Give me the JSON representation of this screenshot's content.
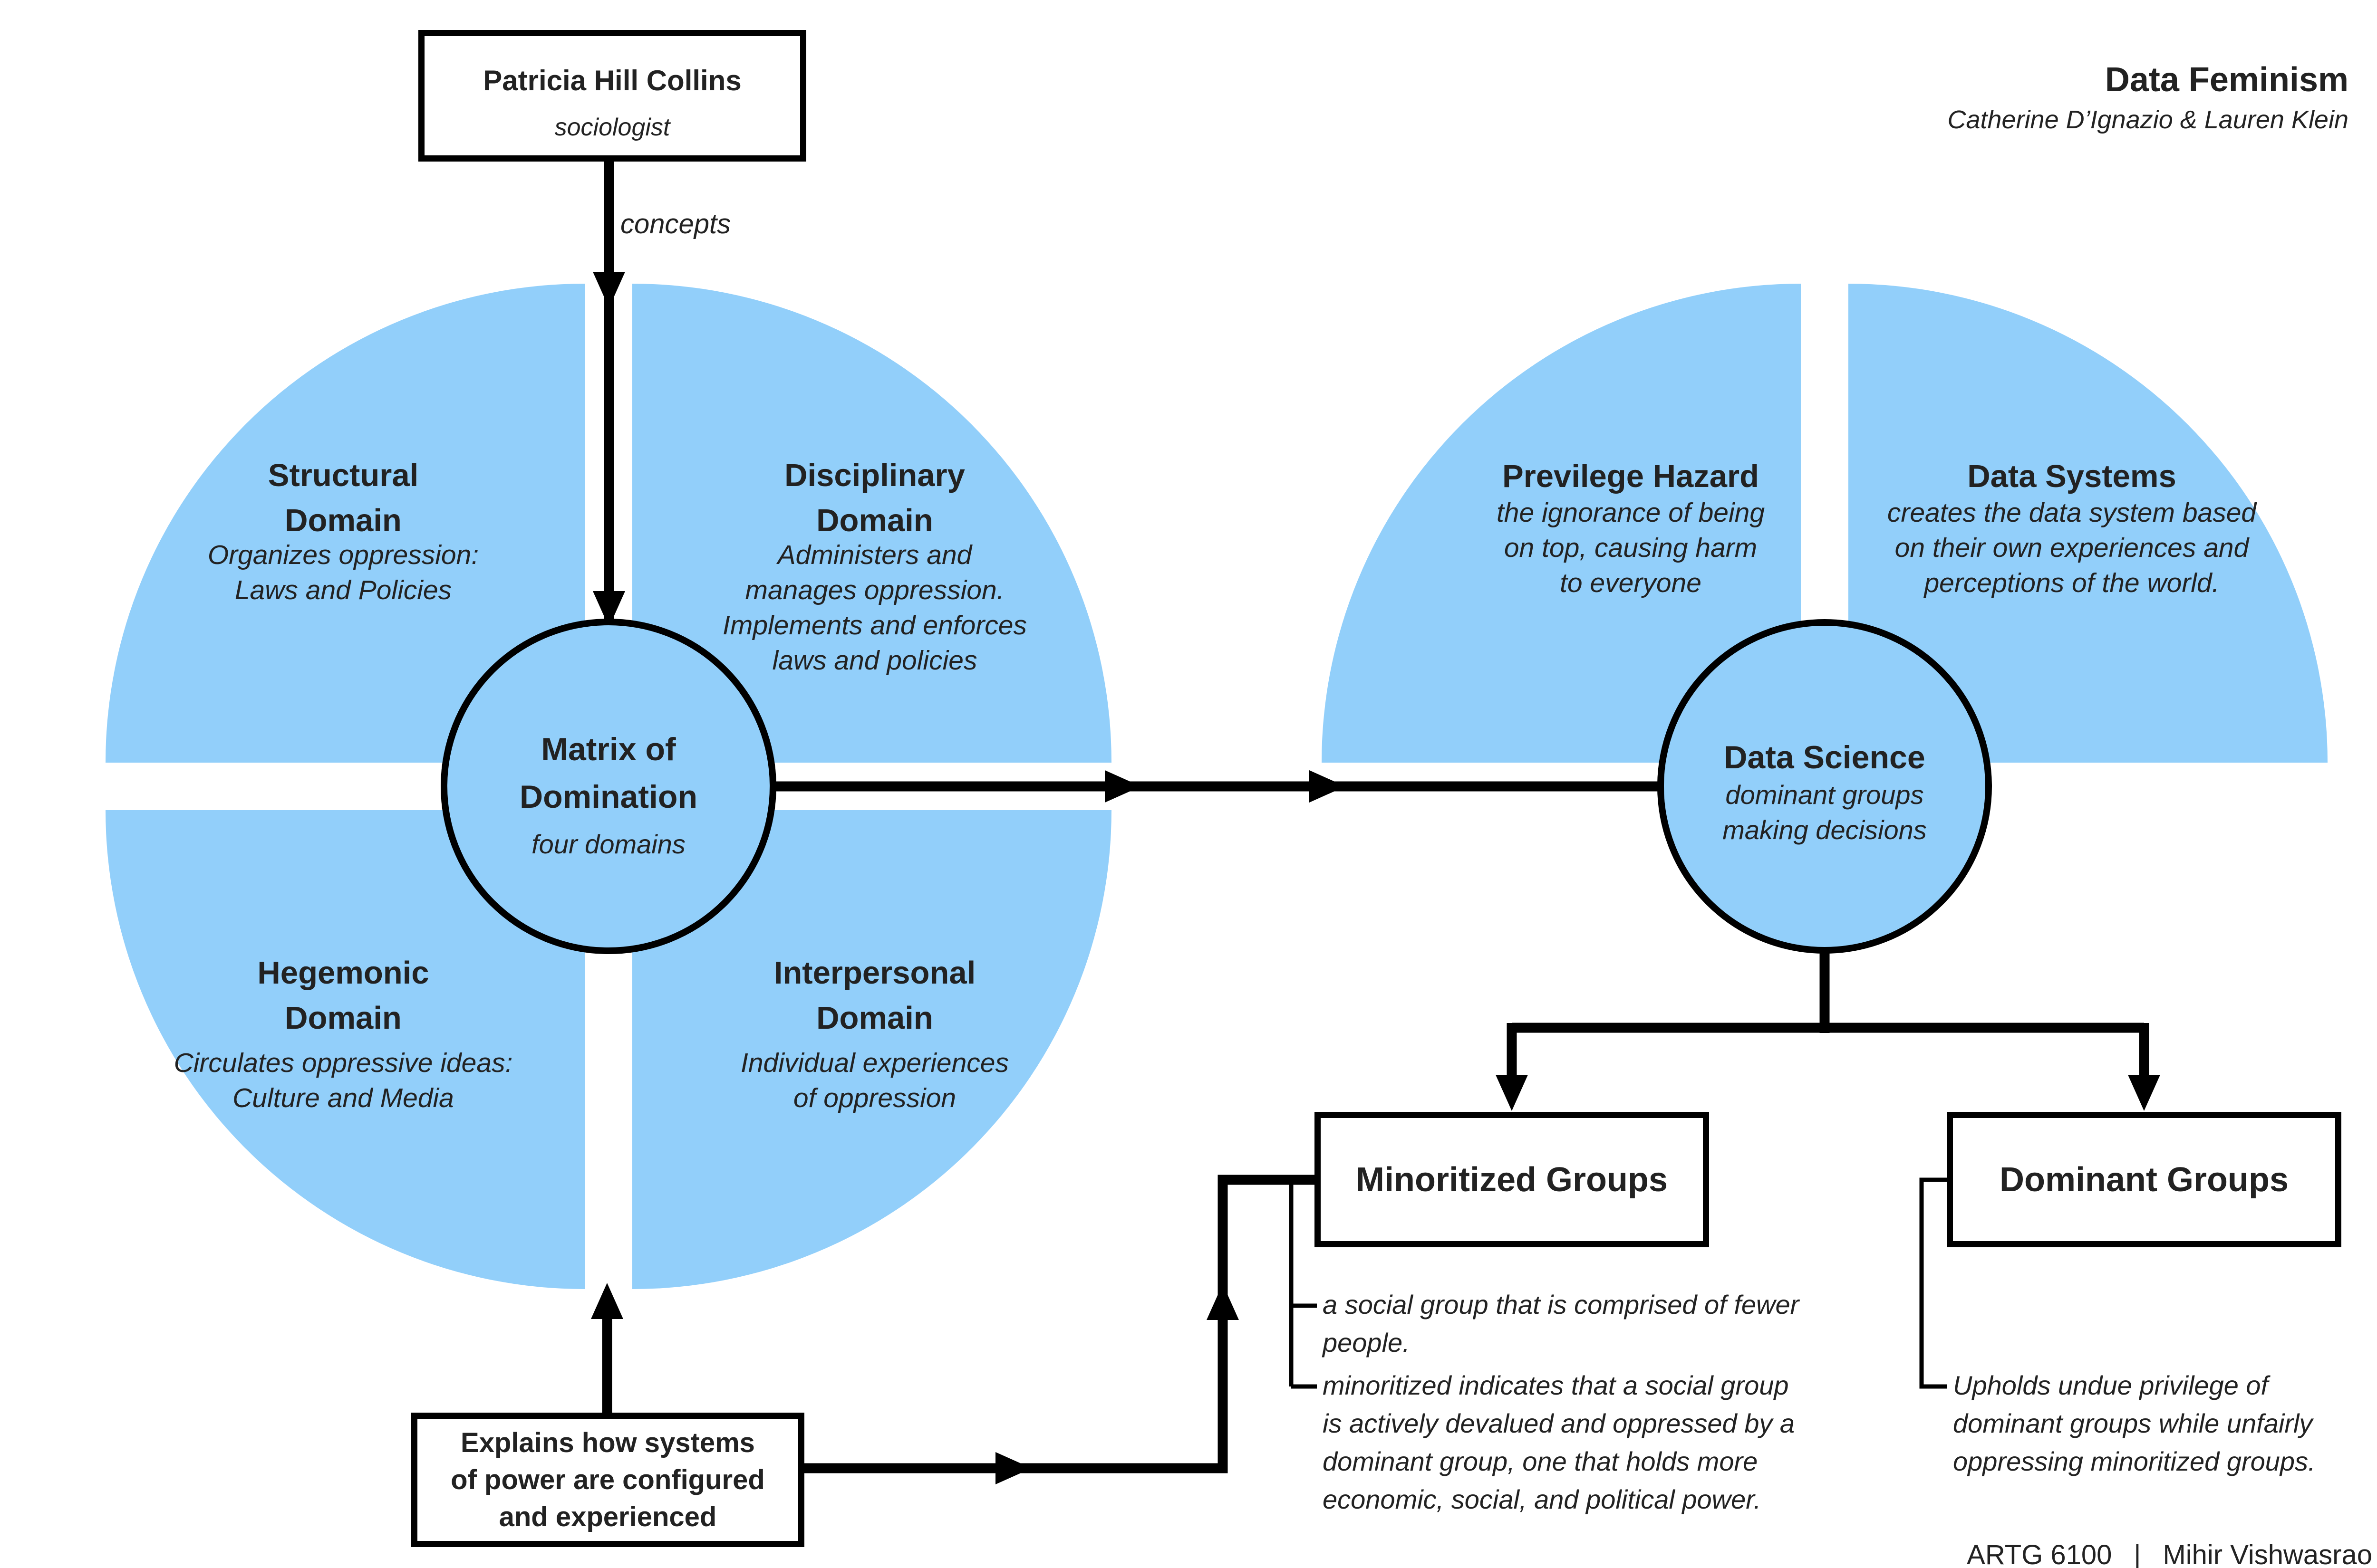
{
  "title_block": {
    "book_title": "Data Feminism",
    "authors": "Catherine D’Ignazio & Lauren Klein"
  },
  "author_box": {
    "name": "Patricia Hill Collins",
    "role": "sociologist"
  },
  "arrow_label": "concepts",
  "matrix_pie": {
    "center": {
      "title": "Matrix of\nDomination",
      "subtitle": "four domains"
    },
    "quadrants": [
      {
        "id": "structural",
        "title": "Structural\nDomain",
        "description": "Organizes oppression:\nLaws and Policies"
      },
      {
        "id": "disciplinary",
        "title": "Disciplinary\nDomain",
        "description": "Administers and\nmanages oppression.\nImplements and enforces\nlaws and policies"
      },
      {
        "id": "hegemonic",
        "title": "Hegemonic\nDomain",
        "description": "Circulates oppressive ideas:\nCulture and Media"
      },
      {
        "id": "interpersonal",
        "title": "Interpersonal\nDomain",
        "description": "Individual experiences\nof oppression"
      }
    ]
  },
  "data_pie": {
    "center": {
      "title": "Data Science",
      "subtitle": "dominant groups\nmaking decisions"
    },
    "quadrants": [
      {
        "id": "privilege-hazard",
        "title": "Previlege Hazard",
        "description": "the ignorance of being\non top, causing harm\nto everyone"
      },
      {
        "id": "data-systems",
        "title": "Data Systems",
        "description": "creates the data system based\non their own experiences and\nperceptions of the world."
      }
    ]
  },
  "explains_box": {
    "text": "Explains how systems\nof power are configured\nand experienced"
  },
  "groups": {
    "minoritized": {
      "label": "Minoritized Groups",
      "notes": [
        "a social group that is comprised of fewer\npeople.",
        "minoritized indicates that a social group\nis actively devalued and oppressed by a\ndominant group, one that holds more\neconomic, social, and political power."
      ]
    },
    "dominant": {
      "label": "Dominant Groups",
      "notes": [
        "Upholds undue privilege of\ndominant groups while unfairly\noppressing minoritized groups."
      ]
    }
  },
  "credit": {
    "course": "ARTG 6100",
    "separator": "|",
    "name": "Mihir Vishwasrao"
  },
  "colors": {
    "pie_blue": "#92CFFA",
    "line": "#000000",
    "text": "#222222"
  }
}
